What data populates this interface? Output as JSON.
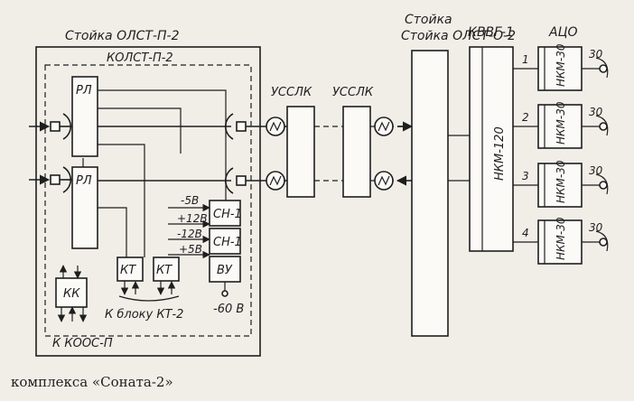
{
  "labels": {
    "rack_olst_2": "Стойка ОЛСТ-П-2",
    "unit_kolst": "КОЛСТ-П-2",
    "rack_olst_o2": "Стойка ОЛСТ-О-2",
    "kvvg": "КВВГ-1",
    "ats": "АЦО",
    "repeater_1": "УССЛК",
    "repeater_2": "УССЛК",
    "rl_top": "РЛ",
    "rl_bottom": "РЛ",
    "kt_left": "КТ",
    "kt_right": "КТ",
    "kk": "КК",
    "vu": "ВУ",
    "sn_1": "СН-1",
    "sn_2": "СН-1",
    "nkm_120": "НКМ-120",
    "to_kt2": "К блоку КТ-2",
    "to_koos": "К КООС-П",
    "minus60": "-60 В"
  },
  "voltages": [
    "-5В",
    "+12В",
    "-12В",
    "+5В"
  ],
  "channels": [
    {
      "num": "1",
      "nkm": "НКМ-30",
      "out": "30"
    },
    {
      "num": "2",
      "nkm": "НКМ-30",
      "out": "30"
    },
    {
      "num": "3",
      "nkm": "НКМ-30",
      "out": "30"
    },
    {
      "num": "4",
      "nkm": "НКМ-30",
      "out": "30"
    }
  ],
  "caption": "комплекса «Соната-2»"
}
